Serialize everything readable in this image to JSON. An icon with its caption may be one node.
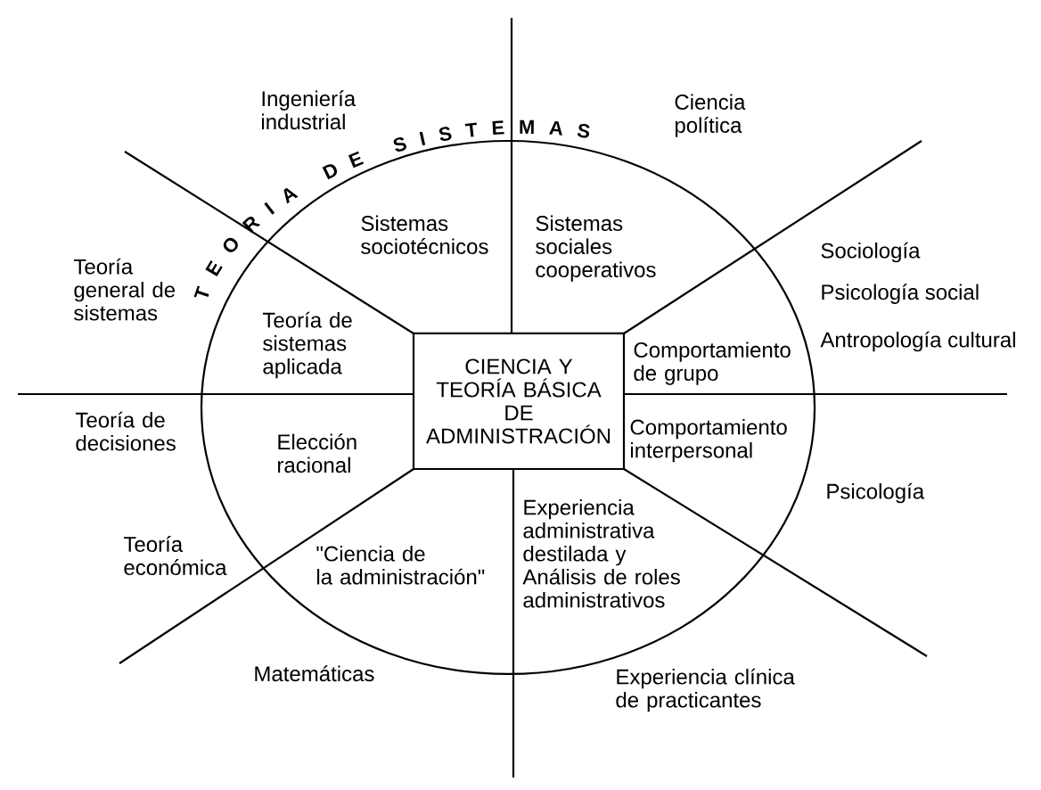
{
  "diagram": {
    "nodes": [
      {
        "text": [
          "Sistemas sociotécnicos",
          "Sistemas sociales cooperativos",
          "Teoría de sistemas aplicada",
          "Comportamiento de grupo",
          "Elección racional",
          "Comportamiento interpersonal",
          "\"Ciencia de la administración\"",
          "Experiencia administrativa destilada y Análisis de roles administrativos"
        ]
      },
      {
        "text": [
          "CIENCIA Y TEORÍA BÁSICA DE ADMINISTRACIÓN"
        ],
        "in": 0
      }
    ],
    "labels": [
      "Ingeniería industrial",
      "Ciencia política",
      "TEORIA DE SISTEMAS",
      "Teoría general de sistemas",
      "Sociología",
      "Psicología social",
      "Antropología cultural",
      "Teoría de decisiones",
      "Psicología",
      "Teoría económica",
      "Matemáticas",
      "Experiencia clínica de practicantes"
    ]
  }
}
